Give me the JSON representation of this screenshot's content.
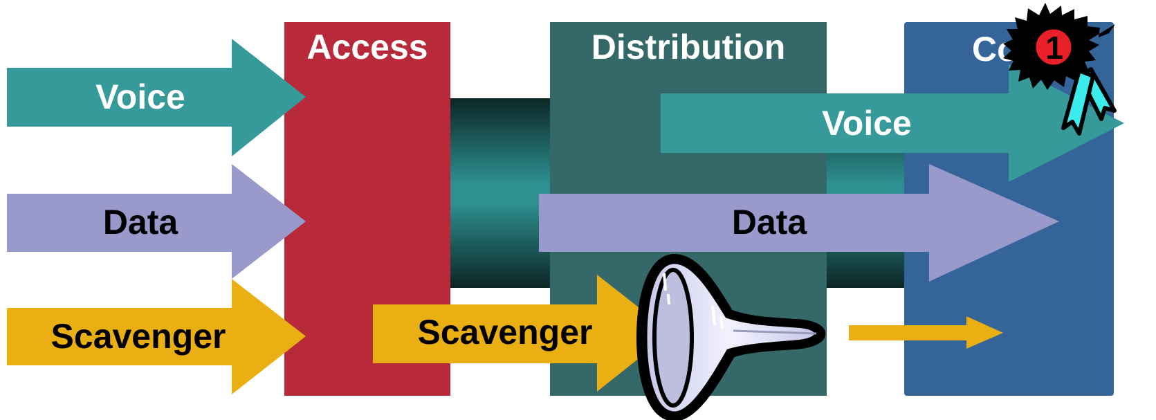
{
  "layers": {
    "access": {
      "label": "Access",
      "color": "#B82A39"
    },
    "distribution": {
      "label": "Distribution",
      "color": "#356868"
    },
    "core": {
      "label": "Core",
      "color": "#346498"
    }
  },
  "left_arrows": [
    {
      "label": "Voice",
      "color": "#369A9A"
    },
    {
      "label": "Data",
      "color": "#9999CC"
    },
    {
      "label": "Scavenger",
      "color": "#E9AF13"
    }
  ],
  "right_arrows": {
    "voice": {
      "label": "Voice",
      "color": "#369A9A"
    },
    "data": {
      "label": "Data",
      "color": "#9999CC"
    },
    "scavenger": {
      "label": "Scavenger",
      "color": "#E9AF13"
    }
  },
  "icons": {
    "funnel": "funnel-icon",
    "award": "award-ribbon-icon",
    "award_number": "1"
  },
  "colors": {
    "pipe": "#2E9090",
    "pipe_dark": "#0C2626",
    "text_light": "#FFFFFF",
    "text_dark": "#000000",
    "award_fill": "#3CEBEB",
    "award_circle": "#E8202A"
  }
}
